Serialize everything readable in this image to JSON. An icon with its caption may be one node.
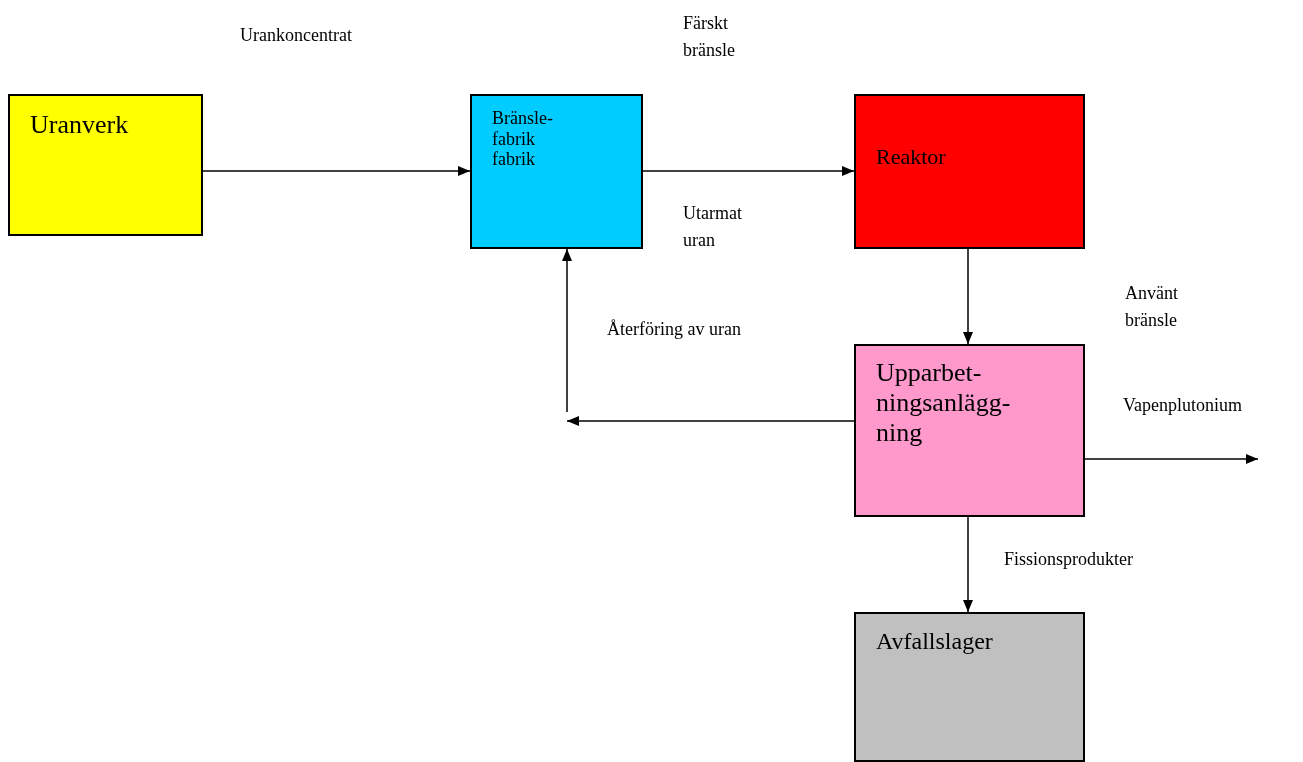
{
  "diagram": {
    "nodes": [
      {
        "text": [
          "Uranverk"
        ]
      },
      {
        "text": [
          "Bränsle- fabrik fabrik"
        ]
      },
      {
        "text": [
          "Reaktor"
        ]
      },
      {
        "text": [
          "Upparbet- ningsanlägg- ning"
        ]
      },
      {
        "text": [
          "Avfallslager"
        ]
      }
    ],
    "edges": [
      {
        "from": 0,
        "to": 1,
        "arrow": "to"
      },
      {
        "from": 1,
        "to": 2,
        "arrow": "to"
      },
      {
        "from": 2,
        "to": 3,
        "arrow": "to"
      },
      {
        "from": 3,
        "to": null,
        "arrow": "to"
      },
      {
        "from": null,
        "to": 1,
        "arrow": "to"
      },
      {
        "from": 3,
        "to": null,
        "arrow": "to"
      },
      {
        "from": 3,
        "to": 4,
        "arrow": "to"
      }
    ],
    "labels": [
      "Urankoncentrat",
      "Färskt bränsle",
      "Utarmat uran",
      "Använt bränsle",
      "Återföring av uran",
      "Vapenplutonium",
      "Fissionsprodukter"
    ]
  }
}
